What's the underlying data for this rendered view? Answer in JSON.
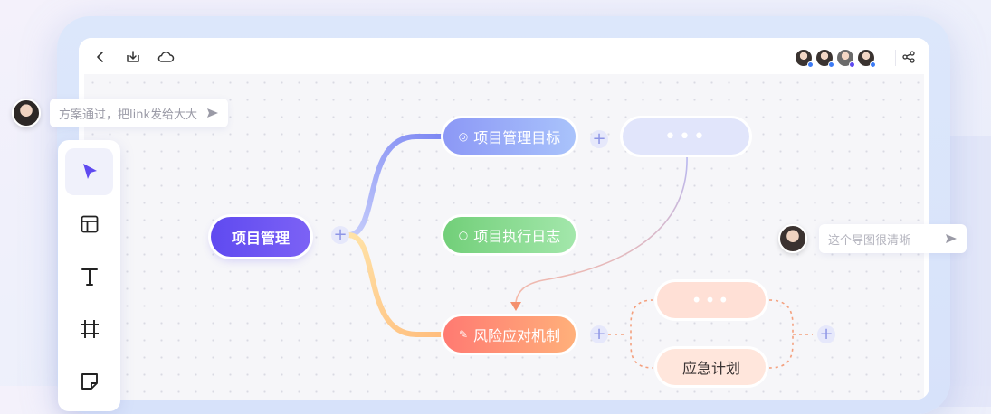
{
  "topbar": {
    "icons": [
      "back-icon",
      "download-icon",
      "cloud-icon",
      "share-icon"
    ],
    "collaborators": [
      {
        "name": "collaborator-1",
        "status_color": "#3c7bf5"
      },
      {
        "name": "collaborator-2",
        "status_color": "#3c7bf5"
      },
      {
        "name": "collaborator-3",
        "status_color": "#5f4af0"
      },
      {
        "name": "collaborator-4",
        "status_color": "#3c7bf5"
      }
    ]
  },
  "mindmap": {
    "root": "项目管理",
    "branches": [
      {
        "label": "项目管理目标",
        "icon": "target-icon",
        "color": "#8c98f6"
      },
      {
        "label": "项目执行日志",
        "icon": "circle-icon",
        "color": "#72cf79"
      },
      {
        "label": "风险应对机制",
        "icon": "edit-icon",
        "color": "#ff7a72"
      }
    ],
    "collapsed_label": "•••",
    "sub_more_label": "•••",
    "sub_emergency": "应急计划"
  },
  "toolbar": {
    "tools": [
      "select-tool",
      "template-tool",
      "text-tool",
      "frame-tool",
      "sticky-note-tool"
    ]
  },
  "comments": {
    "left": {
      "text": "方案通过，把link发给大大"
    },
    "right": {
      "placeholder": "这个导图很清晰"
    }
  },
  "colors": {
    "accent": "#5f4af0",
    "goal_link": "#8c98f6",
    "log_link": "#8ad994",
    "risk_link": "#ffc98a",
    "dashed": "#f4a07e"
  }
}
